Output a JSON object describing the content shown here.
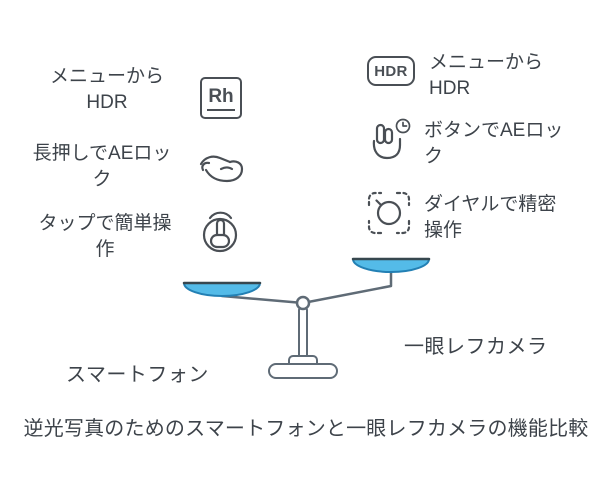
{
  "colors": {
    "text": "#3d434a",
    "icon_stroke": "#4a4f55",
    "pan_fill": "#54bbe8",
    "pan_stroke": "#2380b4",
    "pan_rim": "#37474f",
    "stand_stroke": "#5f6b76"
  },
  "diagram": {
    "caption": "逆光写真のためのスマートフォンと一眼レフカメラの機能比較",
    "smartphone": {
      "label": "スマートフォン",
      "features": [
        {
          "text": "メニューから\nHDR",
          "icon": "rh-box-icon",
          "icon_text": "Rh"
        },
        {
          "text": "長押しでAEロッ\nク",
          "icon": "long-press-hand-icon"
        },
        {
          "text": "タップで簡単操\n作",
          "icon": "tap-button-icon"
        }
      ]
    },
    "dslr": {
      "label": "一眼レフカメラ",
      "features": [
        {
          "text": "メニューから\nHDR",
          "icon": "hdr-badge-icon",
          "icon_text": "HDR"
        },
        {
          "text": "ボタンでAEロッ\nク",
          "icon": "two-finger-clock-icon"
        },
        {
          "text": "ダイヤルで精密\n操作",
          "icon": "focus-frame-dial-icon"
        }
      ]
    }
  }
}
